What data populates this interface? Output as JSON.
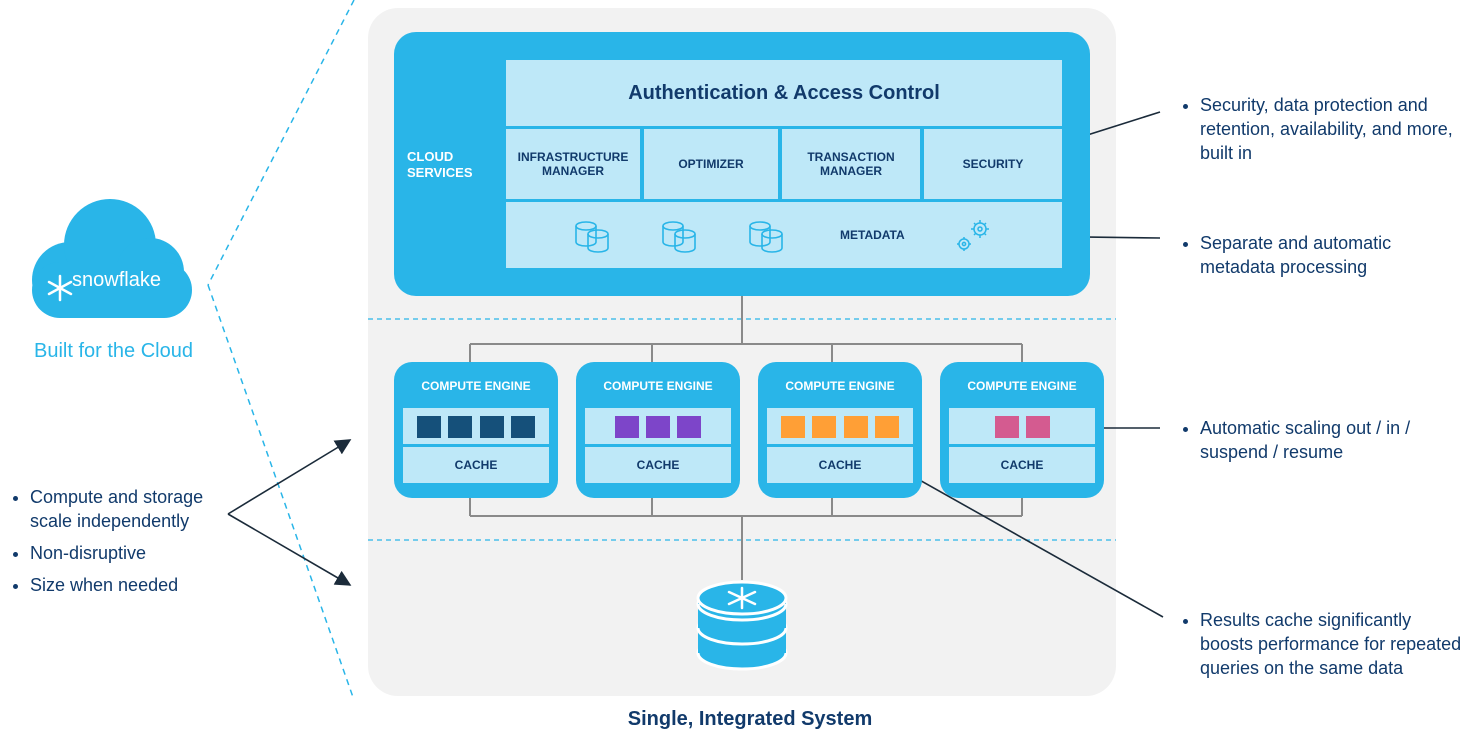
{
  "cloud": {
    "caption": "Built for the Cloud",
    "logo_text": "snowflake"
  },
  "cloud_services": {
    "label": "CLOUD\nSERVICES",
    "auth": "Authentication & Access Control",
    "services": [
      "INFRASTRUCTURE\nMANAGER",
      "OPTIMIZER",
      "TRANSACTION\nMANAGER",
      "SECURITY"
    ],
    "metadata": "METADATA"
  },
  "compute": {
    "engines": [
      {
        "title": "COMPUTE ENGINE",
        "cache": "CACHE",
        "blocks": 4,
        "color": "#15507a"
      },
      {
        "title": "COMPUTE ENGINE",
        "cache": "CACHE",
        "blocks": 3,
        "color": "#7d45c9"
      },
      {
        "title": "COMPUTE ENGINE",
        "cache": "CACHE",
        "blocks": 4,
        "color": "#ff9f36"
      },
      {
        "title": "COMPUTE ENGINE",
        "cache": "CACHE",
        "blocks": 2,
        "color": "#d45b90"
      }
    ]
  },
  "notes": {
    "security": "Security, data protection and retention, availability, and more, built in",
    "metadata": "Separate and automatic metadata processing",
    "scaling": "Automatic scaling out / in / suspend / resume",
    "cache": "Results cache significantly boosts performance for repeated queries on the same data",
    "left": [
      "Compute and storage scale independently",
      "Non-disruptive",
      "Size when needed"
    ]
  },
  "footer": "Single, Integrated System",
  "colors": {
    "accent": "#29b5e8",
    "light": "#bee8f8",
    "navy": "#113a6b",
    "panel": "#f2f2f2"
  }
}
